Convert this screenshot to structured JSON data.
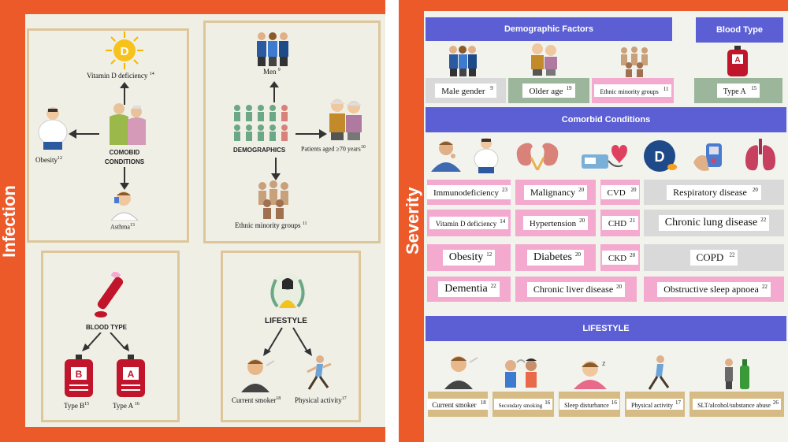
{
  "colors": {
    "frame": "#ec5a2a",
    "header": "#5b5fd3",
    "pink": "#f4a9cf",
    "grey": "#d9d9d9",
    "green": "#9bb69a",
    "tan": "#d6bb85"
  },
  "infection": {
    "side_label": "Infection",
    "comorbid": {
      "center": [
        "COMOBID",
        "CONDITIONS"
      ],
      "vitd": "Vitamin D deficiency",
      "vitd_ref": "14",
      "obesity": "Obesity",
      "obesity_ref": "12",
      "asthma": "Asthma",
      "asthma_ref": "13"
    },
    "demographics": {
      "center": "DEMOGRAPHICS",
      "men": "Men",
      "men_ref": "9",
      "age": "Patients aged ≥70 years",
      "age_ref": "10",
      "ethnic": "Ethnic minority groups",
      "ethnic_ref": "11"
    },
    "blood": {
      "center": "BLOOD TYPE",
      "b_letter": "B",
      "a_letter": "A",
      "b_label": "Type B",
      "b_ref": "15",
      "a_label": "Type A",
      "a_ref": "16"
    },
    "lifestyle": {
      "center": "LIFESTYLE",
      "smoker": "Current smoker",
      "smoker_ref": "18",
      "activity": "Physical activity",
      "activity_ref": "17"
    }
  },
  "severity": {
    "side_label": "Severity",
    "demographic_header": "Demographic Factors",
    "blood_header": "Blood Type",
    "male": "Male gender",
    "male_ref": "9",
    "older": "Older age",
    "older_ref": "19",
    "ethnic": "Ethnic minority groups",
    "ethnic_ref": "11",
    "typea": "Type A",
    "typea_ref": "15",
    "typea_letter": "A",
    "comorbid_header": "Comorbid Conditions",
    "conditions": [
      {
        "label": "Immunodeficiency",
        "ref": "23"
      },
      {
        "label": "Malignancy",
        "ref": "20"
      },
      {
        "label": "CVD",
        "ref": "20"
      },
      {
        "label": "Respiratory disease",
        "ref": "20"
      },
      {
        "label": "Vitamin D deficiency",
        "ref": "14"
      },
      {
        "label": "Hypertension",
        "ref": "20"
      },
      {
        "label": "CHD",
        "ref": "21"
      },
      {
        "label": "Chronic lung disease",
        "ref": "22"
      },
      {
        "label": "Obesity",
        "ref": "12"
      },
      {
        "label": "Diabetes",
        "ref": "20"
      },
      {
        "label": "CKD",
        "ref": "20"
      },
      {
        "label": "COPD",
        "ref": "22"
      },
      {
        "label": "Dementia",
        "ref": "22"
      },
      {
        "label": "Chronic liver disease",
        "ref": "20"
      },
      {
        "label": "Obstructive sleep apnoea",
        "ref": "22"
      }
    ],
    "lifestyle_header": "LIFESTYLE",
    "lifestyle": [
      {
        "label": "Current smoker",
        "ref": "18"
      },
      {
        "label": "Secondary smoking",
        "ref": "16"
      },
      {
        "label": "Sleep disturbance",
        "ref": "16"
      },
      {
        "label": "Physical activity",
        "ref": "17"
      },
      {
        "label": "SLT/alcohol/substance abuse",
        "ref": "26"
      }
    ]
  }
}
